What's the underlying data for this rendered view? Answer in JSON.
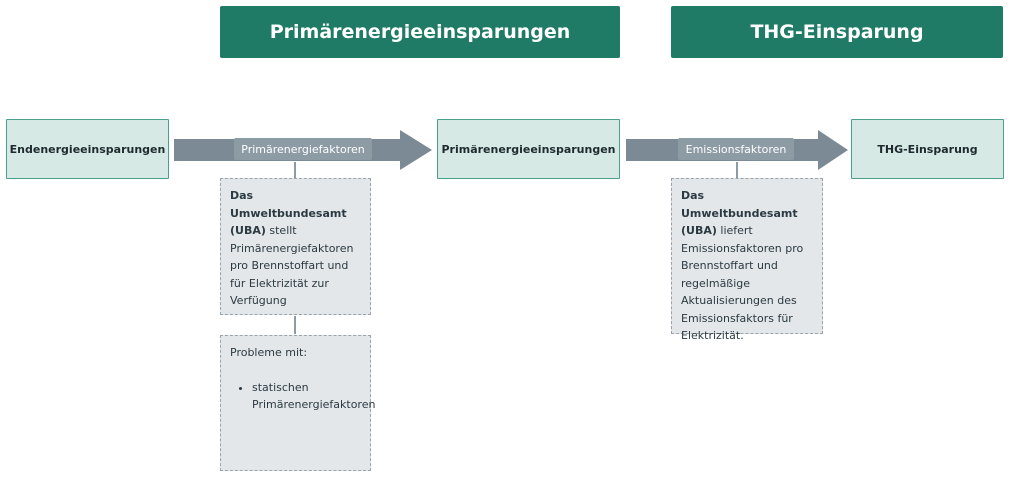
{
  "headers": {
    "primary": "Primärenergieeinsparungen",
    "ghg": "THG-Einsparung"
  },
  "nodes": {
    "final_energy": "Endenergieeinsparungen",
    "primary_energy": "Primärenergieeinsparungen",
    "ghg": "THG-Einsparung"
  },
  "arrows": {
    "primary_factors": "Primärenergiefaktoren",
    "emission_factors": "Emissionsfaktoren"
  },
  "notes": {
    "uba_primary": {
      "bold": "Das Umweltbundesamt (UBA)",
      "text": " stellt Primärenergiefaktoren pro Brennstoffart und für Elektrizität zur Verfügung"
    },
    "problems": {
      "title": "Probleme mit:",
      "items": [
        "statischen Primärenergiefaktoren"
      ]
    },
    "uba_emission": {
      "bold": "Das Umweltbundesamt (UBA)",
      "text": " liefert Emissionsfaktoren pro Brennstoffart und regelmäßige Aktualisierungen des Emissionsfaktors für Elektrizität."
    }
  },
  "colors": {
    "header_green": "#1f7a66",
    "node_fill": "#d6e9e4",
    "node_border": "#4aa08c",
    "arrow_gray": "#7b8a94",
    "note_fill": "#e3e7ea"
  }
}
